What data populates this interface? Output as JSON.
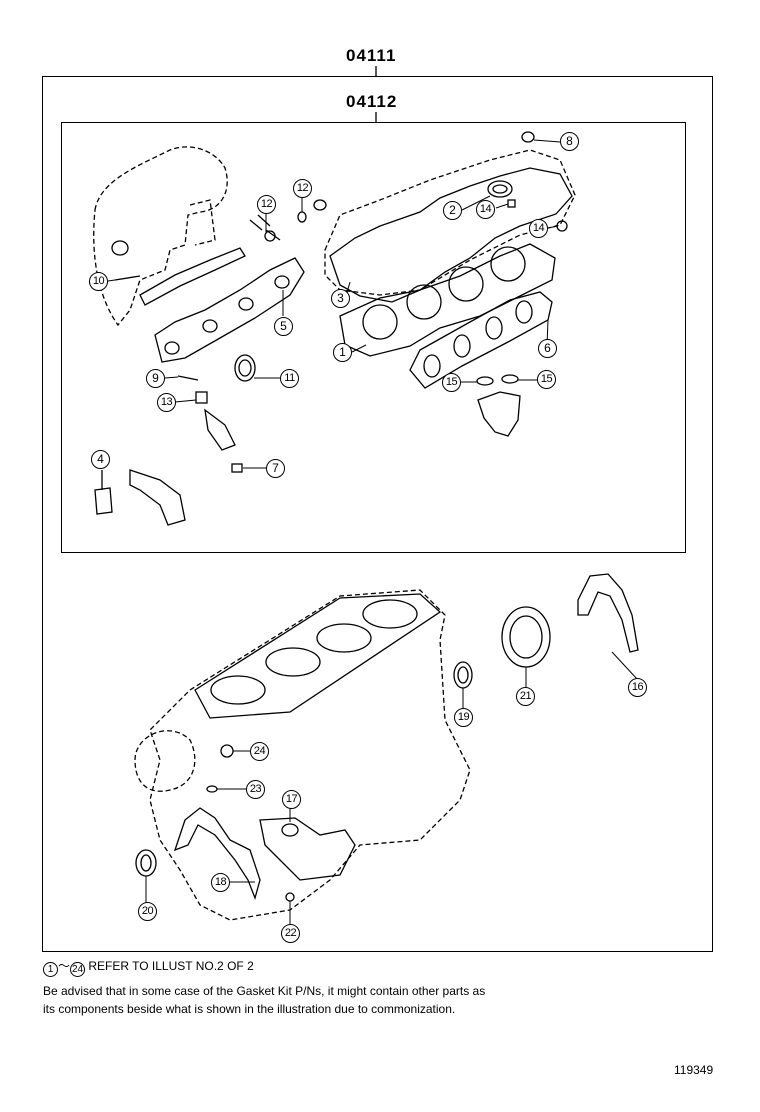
{
  "diagram": {
    "outer_code": "04111",
    "inner_code": "04112",
    "callouts": [
      {
        "id": "c1",
        "label": "1"
      },
      {
        "id": "c2",
        "label": "2"
      },
      {
        "id": "c3",
        "label": "3"
      },
      {
        "id": "c4",
        "label": "4"
      },
      {
        "id": "c5",
        "label": "5"
      },
      {
        "id": "c6",
        "label": "6"
      },
      {
        "id": "c7",
        "label": "7"
      },
      {
        "id": "c8",
        "label": "8"
      },
      {
        "id": "c9",
        "label": "9"
      },
      {
        "id": "c10",
        "label": "10"
      },
      {
        "id": "c11",
        "label": "11"
      },
      {
        "id": "c12a",
        "label": "12"
      },
      {
        "id": "c12b",
        "label": "12"
      },
      {
        "id": "c13",
        "label": "13"
      },
      {
        "id": "c14a",
        "label": "14"
      },
      {
        "id": "c14b",
        "label": "14"
      },
      {
        "id": "c15a",
        "label": "15"
      },
      {
        "id": "c15b",
        "label": "15"
      },
      {
        "id": "c16",
        "label": "16"
      },
      {
        "id": "c17",
        "label": "17"
      },
      {
        "id": "c18",
        "label": "18"
      },
      {
        "id": "c19",
        "label": "19"
      },
      {
        "id": "c20",
        "label": "20"
      },
      {
        "id": "c21",
        "label": "21"
      },
      {
        "id": "c22",
        "label": "22"
      },
      {
        "id": "c23",
        "label": "23"
      },
      {
        "id": "c24",
        "label": "24"
      }
    ]
  },
  "notes": {
    "ref_start": "1",
    "ref_tilde": "～",
    "ref_end": "24",
    "ref_text": "REFER TO ILLUST NO.2 OF 2",
    "advisory_line1": "Be advised that in some case of the Gasket Kit P/Ns,  it might contain other parts as",
    "advisory_line2": "its components beside what is shown in the illustration due to commonization."
  },
  "illustration_number": "119349"
}
